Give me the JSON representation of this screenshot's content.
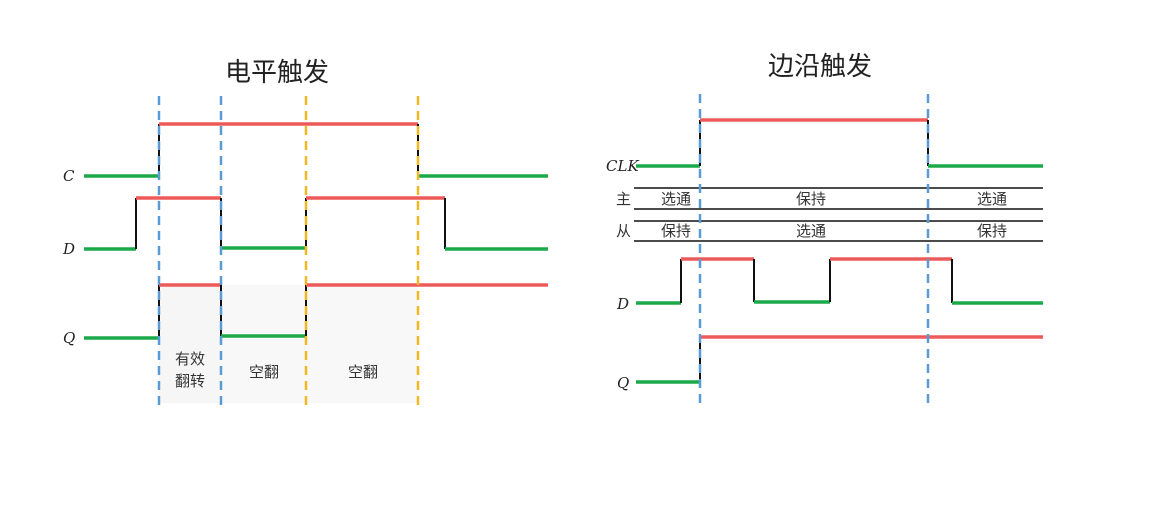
{
  "left": {
    "title": "电平触发",
    "signals": {
      "c": "C",
      "d": "D",
      "q": "Q"
    },
    "regions": {
      "valid_line1": "有效",
      "valid_line2": "翻转",
      "empty1": "空翻",
      "empty2": "空翻"
    }
  },
  "right": {
    "title": "边沿触发",
    "signals": {
      "clk": "CLK",
      "d": "D",
      "q": "Q"
    },
    "rows": {
      "master": "主",
      "slave": "从"
    },
    "master_states": [
      "选通",
      "保持",
      "选通"
    ],
    "slave_states": [
      "保持",
      "选通",
      "保持"
    ]
  },
  "colors": {
    "low": "#1aaa4a",
    "high": "#ee5a5a",
    "blue_marker": "#5b9bd5",
    "yellow_marker": "#f0b823"
  }
}
